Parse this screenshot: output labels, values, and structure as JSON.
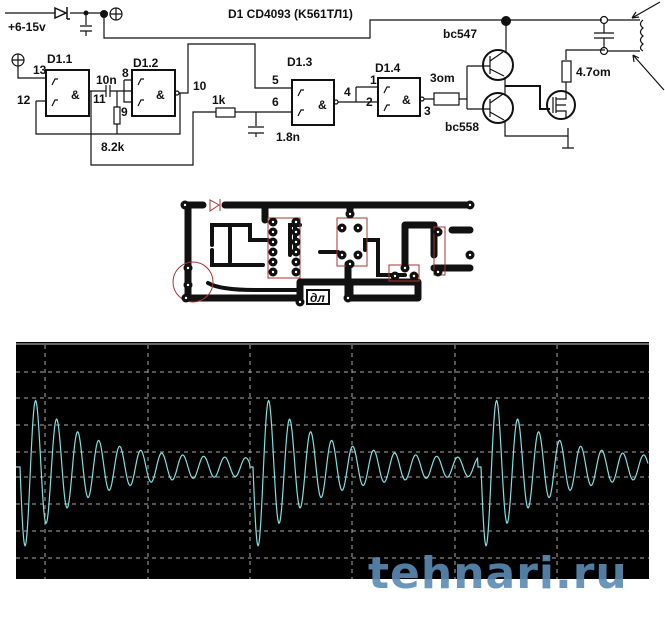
{
  "schematic": {
    "title": "D1 CD4093  (K561ТЛ1)",
    "supply": "+6-15v",
    "gates": [
      {
        "name": "D1.1",
        "pins": [
          "13",
          "12"
        ]
      },
      {
        "name": "D1.2",
        "pins": [
          "8",
          "9",
          "10"
        ]
      },
      {
        "name": "D1.3",
        "pins": [
          "5",
          "6",
          "4"
        ]
      },
      {
        "name": "D1.4",
        "pins": [
          "1",
          "2",
          "3"
        ]
      }
    ],
    "pin11": "11",
    "gate_symbol": "&",
    "components": {
      "c1": "10n",
      "r1": "8.2k",
      "r2": "1k",
      "c2": "1.8n",
      "r3": "3om",
      "q1": "bc547",
      "q2": "bc558",
      "r4": "4.7om"
    }
  },
  "pcb": {
    "marking": "дл"
  },
  "scope": {
    "trace_color": "#7fe0e0",
    "background": "#000000"
  },
  "watermark": "tehnari.ru"
}
